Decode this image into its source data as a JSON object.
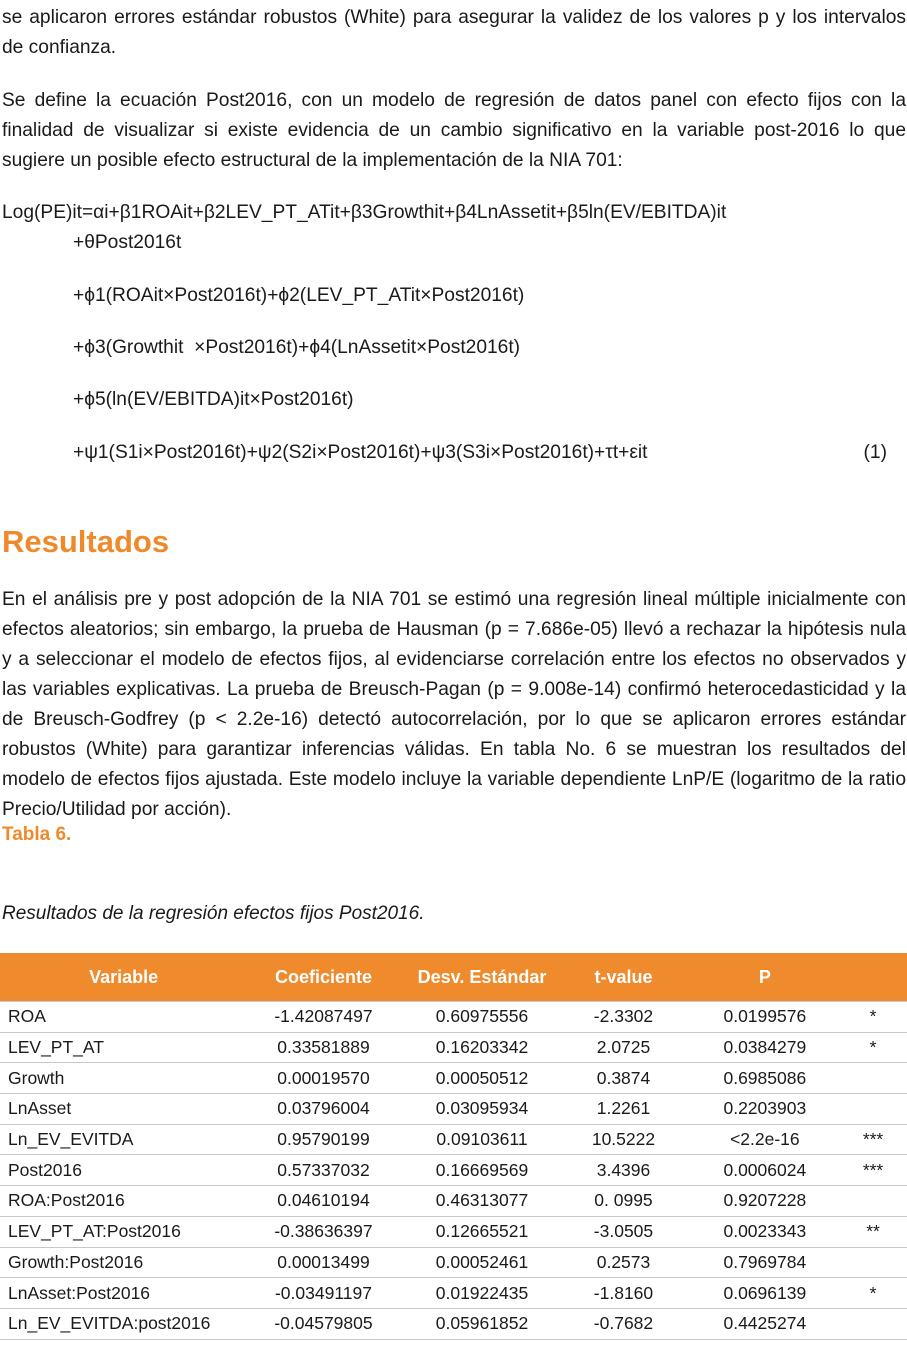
{
  "paragraphs": {
    "intro_tail": "se aplicaron errores estándar robustos (White) para asegurar la validez de los valores p y los intervalos de confianza.",
    "equation_intro": "Se define la ecuación Post2016, con un modelo de regresión de datos panel con efecto fijos con la finalidad de visualizar si existe evidencia de un cambio significativo en la variable post-2016 lo que sugiere un posible efecto estructural de la implementación de la NIA 701:"
  },
  "equation": {
    "lines": [
      "Log(PE)it=αi+β1ROAit+β2LEV_PT_ATit+β3Growthit+β4LnAssetit+β5ln(EV/EBITDA)it",
      "+θPost2016t",
      "+ϕ1(ROAit×Post2016t)+ϕ2(LEV_PT_ATit×Post2016t)",
      "+ϕ3(Growthit  ×Post2016t)+ϕ4(LnAssetit×Post2016t)",
      "+ϕ5(ln(EV/EBITDA)it×Post2016t)",
      "+ψ1(S1i×Post2016t)+ψ2(S2i×Post2016t)+ψ3(S3i×Post2016t)+τt+εit"
    ],
    "number": "(1)"
  },
  "section": {
    "title": "Resultados",
    "body": "En el análisis pre y post adopción de la NIA 701 se estimó una regresión lineal múltiple inicialmente con efectos aleatorios; sin embargo, la prueba de Hausman (p = 7.686e-05) llevó a rechazar la hipótesis nula y a seleccionar el modelo de efectos fijos, al evidenciarse correlación entre los efectos no observados y las variables explicativas. La prueba de Breusch-Pagan (p = 9.008e-14) confirmó heterocedasticidad y la de Breusch-Godfrey (p < 2.2e-16) detectó autocorrelación, por lo que se aplicaron errores estándar robustos (White) para garantizar inferencias válidas. En tabla No. 6 se muestran los resultados del modelo de efectos fijos ajustada.  Este modelo incluye la variable dependiente LnP/E (logaritmo de la ratio Precio/Utilidad por acción)."
  },
  "table": {
    "label": "Tabla 6.",
    "caption": "Resultados de la regresión efectos fijos Post2016.",
    "accent_color": "#ef8a2d",
    "headers": [
      "Variable",
      "Coeficiente",
      "Desv. Estándar",
      "t-value",
      "P",
      ""
    ],
    "rows": [
      [
        "ROA",
        "-1.42087497",
        "0.60975556",
        "-2.3302",
        "0.0199576",
        "*"
      ],
      [
        "LEV_PT_AT",
        "0.33581889",
        "0.16203342",
        "2.0725",
        "0.0384279",
        "*"
      ],
      [
        "Growth",
        "0.00019570",
        "0.00050512",
        "0.3874",
        "0.6985086",
        ""
      ],
      [
        "LnAsset",
        "0.03796004",
        "0.03095934",
        "1.2261",
        "0.2203903",
        ""
      ],
      [
        "Ln_EV_EVITDA",
        "0.95790199",
        "0.09103611",
        "10.5222",
        "<2.2e-16",
        "***"
      ],
      [
        "Post2016",
        "0.57337032",
        "0.16669569",
        "3.4396",
        "0.0006024",
        "***"
      ],
      [
        "ROA:Post2016",
        "0.04610194",
        "0.46313077",
        "0. 0995",
        "0.9207228",
        ""
      ],
      [
        "LEV_PT_AT:Post2016",
        "-0.38636397",
        "0.12665521",
        "-3.0505",
        "0.0023343",
        "**"
      ],
      [
        "Growth:Post2016",
        "0.00013499",
        "0.00052461",
        "0.2573",
        "0.7969784",
        ""
      ],
      [
        "LnAsset:Post2016",
        "-0.03491197",
        "0.01922435",
        "-1.8160",
        "0.0696139",
        "*"
      ],
      [
        "Ln_EV_EVITDA:post2016",
        "-0.04579805",
        "0.05961852",
        "-0.7682",
        "0.4425274",
        ""
      ]
    ]
  }
}
